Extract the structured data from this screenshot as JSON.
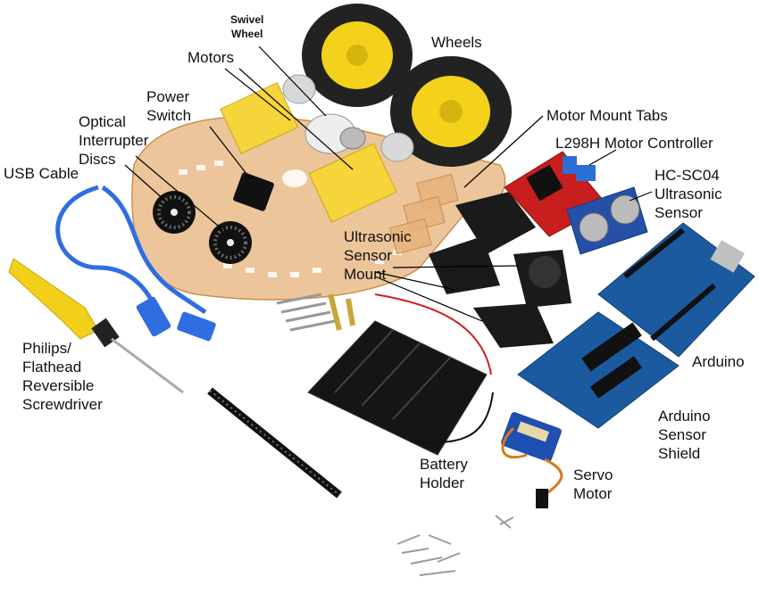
{
  "labels": {
    "wheels": "Wheels",
    "swivel_wheel": "Swivel\nWheel",
    "motors": "Motors",
    "power_switch": "Power\nSwitch",
    "optical_discs": "Optical\nInterrupter\nDiscs",
    "usb_cable": "USB Cable",
    "motor_mount_tabs": "Motor Mount Tabs",
    "motor_controller": "L298H Motor Controller",
    "ultrasonic_sensor": "HC-SC04\nUltrasonic\nSensor",
    "sensor_mount": "Ultrasonic\nSensor\nMount",
    "arduino": "Arduino",
    "sensor_shield": "Arduino\nSensor\nShield",
    "screwdriver": "Philips/\nFlathead\nReversible\nScrewdriver",
    "battery_holder": "Battery\nHolder",
    "servo_motor": "Servo\nMotor"
  },
  "colors": {
    "chassis": "#e6b27a",
    "wheel_tire": "#222222",
    "wheel_hub": "#f4d21c",
    "motor": "#f5d53a",
    "pcb_red": "#c81e1e",
    "arduino_blue": "#1c5aa0",
    "cable_blue": "#2f6ee0",
    "screwdriver_yellow": "#f2d01a",
    "servo_blue": "#1f4fb0"
  }
}
